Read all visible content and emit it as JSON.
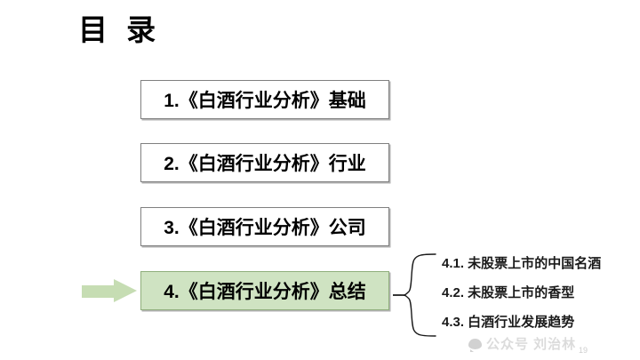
{
  "slide": {
    "title": "目 录",
    "page_number": "19",
    "accent_color": "#cfe3c2",
    "arrow_color": "#c6ddb3",
    "border_color": "#808080",
    "text_color": "#000000"
  },
  "agenda": {
    "items": [
      {
        "label": "1.《白酒行业分析》基础",
        "highlighted": false
      },
      {
        "label": "2.《白酒行业分析》行业",
        "highlighted": false
      },
      {
        "label": "3.《白酒行业分析》公司",
        "highlighted": false
      },
      {
        "label": "4.《白酒行业分析》总结",
        "highlighted": true
      }
    ]
  },
  "sub_items": [
    {
      "label": "4.1. 未股票上市的中国名酒"
    },
    {
      "label": "4.2. 未股票上市的香型"
    },
    {
      "label": "4.3. 白酒行业发展趋势"
    }
  ],
  "watermark": {
    "text": "公众号 刘治林",
    "icon": "wechat-bubble-icon"
  }
}
